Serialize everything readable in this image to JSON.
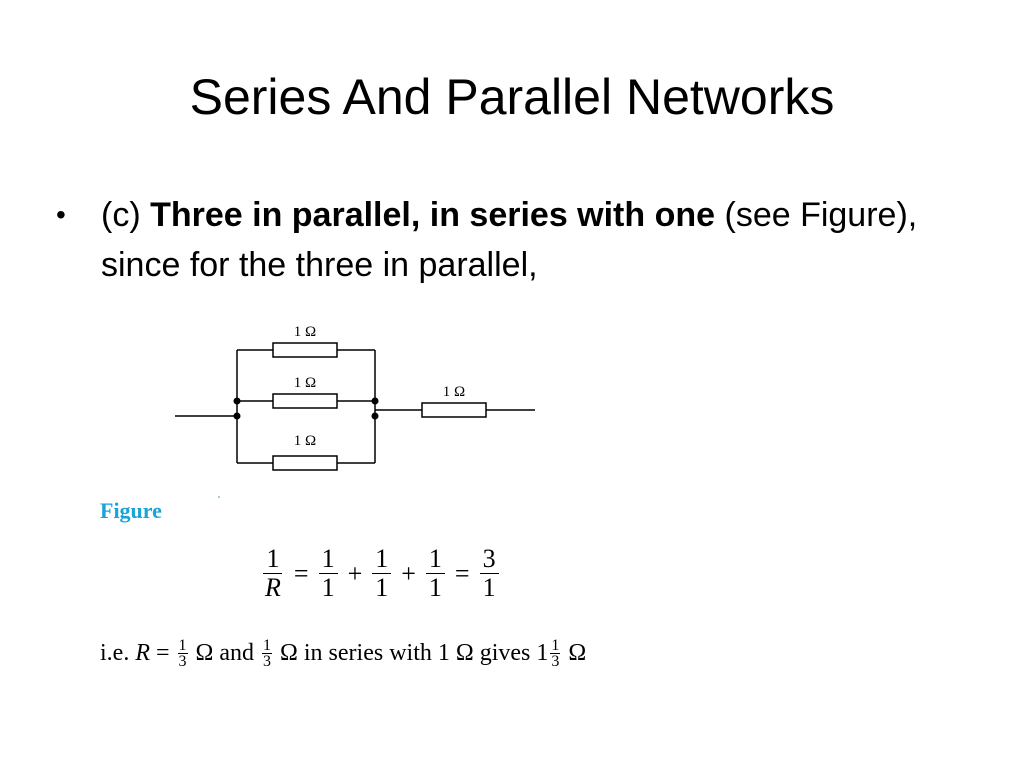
{
  "slide": {
    "title": "Series And Parallel Networks",
    "bullet": {
      "prefix": "(c) ",
      "bold": "Three in parallel, in series with one",
      "suffix": " (see Figure), since for the three in parallel,"
    }
  },
  "circuit": {
    "resistor_labels": [
      "1 Ω",
      "1 Ω",
      "1 Ω",
      "1 Ω"
    ]
  },
  "figure_caption": "Figure",
  "equation": {
    "lhs_num": "1",
    "lhs_den": "R",
    "terms": [
      {
        "num": "1",
        "den": "1"
      },
      {
        "num": "1",
        "den": "1"
      },
      {
        "num": "1",
        "den": "1"
      }
    ],
    "result_num": "3",
    "result_den": "1",
    "eq_sign": "=",
    "plus_sign": "+"
  },
  "conclusion": {
    "ie": "i.e. ",
    "R": "R",
    "eq": " = ",
    "frac_num": "1",
    "frac_den": "3",
    "ohm_and": " Ω and ",
    "ohm_series": " Ω in series with 1 Ω gives 1",
    "ohm_end": " Ω"
  }
}
